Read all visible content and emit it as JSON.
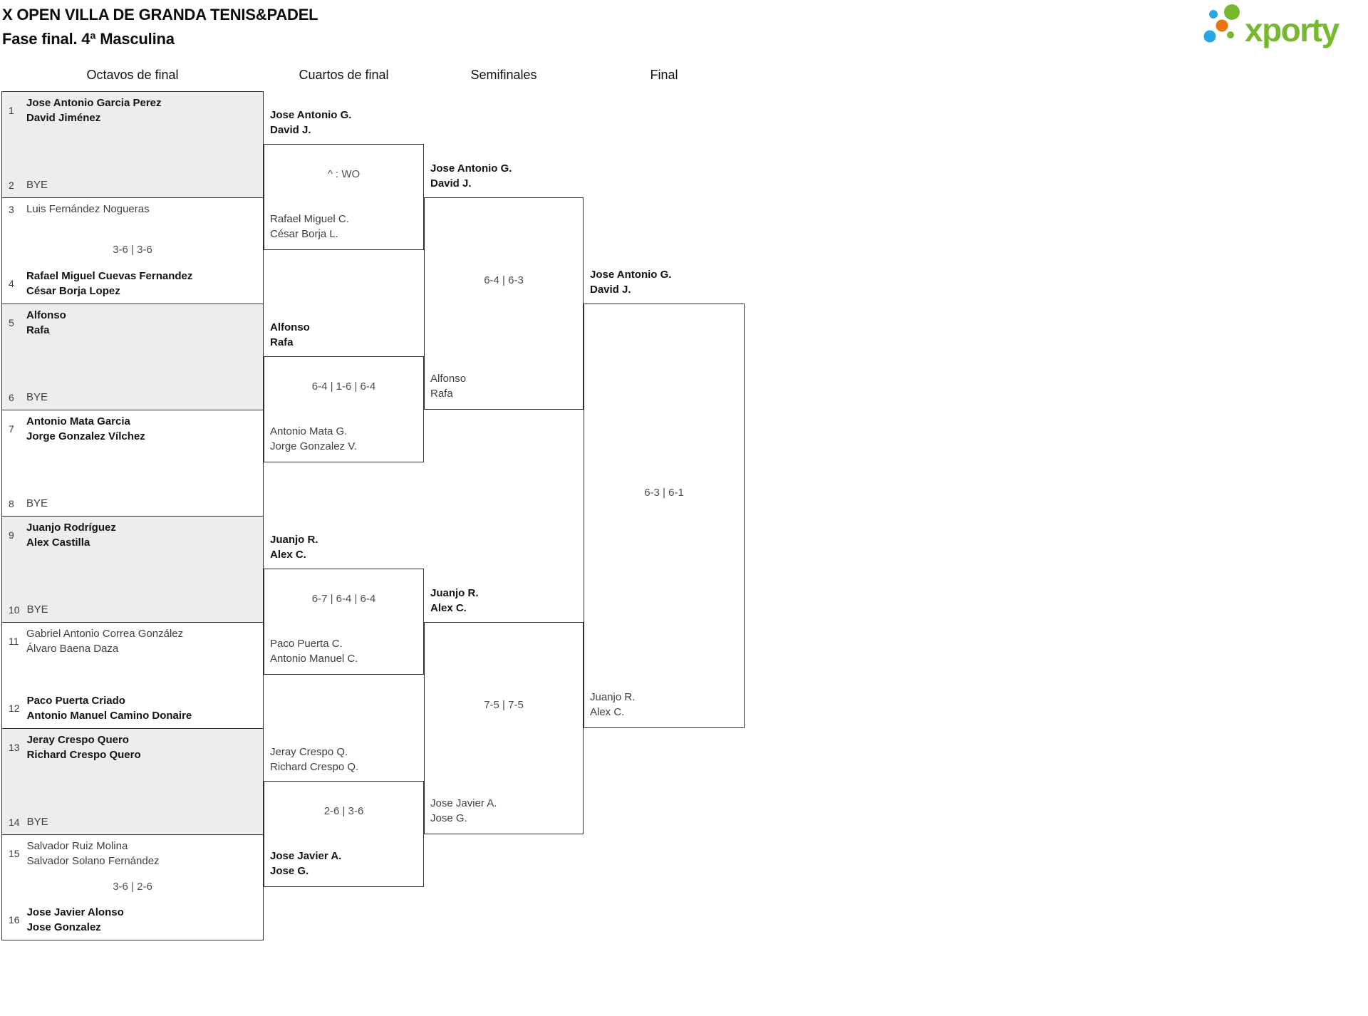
{
  "header": {
    "title": "X OPEN VILLA DE GRANDA TENIS&PADEL",
    "subtitle": "Fase final. 4ª Masculina",
    "logo": {
      "text": "xporty",
      "green": "#76b92e",
      "blue": "#2aa7e0",
      "orange": "#e8730f"
    }
  },
  "columns": [
    "Octavos de final",
    "Cuartos de final",
    "Semifinales",
    "Final"
  ],
  "colors": {
    "border": "#2f2f2f",
    "shaded_row": "#ededed",
    "winner_text": "#141414",
    "team_text": "#3f3f3f",
    "score_text": "#4d4d4d"
  },
  "octavos": [
    {
      "shaded": true,
      "score": "",
      "top": {
        "num": "1",
        "winner": true,
        "lines": [
          "Jose Antonio Garcia Perez",
          "David Jiménez"
        ]
      },
      "bottom": {
        "num": "2",
        "winner": false,
        "lines": [
          "BYE"
        ]
      }
    },
    {
      "shaded": false,
      "score": "3-6 | 3-6",
      "top": {
        "num": "3",
        "winner": false,
        "lines": [
          "Luis Fernández Nogueras"
        ]
      },
      "bottom": {
        "num": "4",
        "winner": true,
        "lines": [
          "Rafael Miguel Cuevas Fernandez",
          "César Borja Lopez"
        ]
      }
    },
    {
      "shaded": true,
      "score": "",
      "top": {
        "num": "5",
        "winner": true,
        "lines": [
          "Alfonso",
          "Rafa"
        ]
      },
      "bottom": {
        "num": "6",
        "winner": false,
        "lines": [
          "BYE"
        ]
      }
    },
    {
      "shaded": false,
      "score": "",
      "top": {
        "num": "7",
        "winner": true,
        "lines": [
          "Antonio Mata Garcia",
          "Jorge Gonzalez Vílchez"
        ]
      },
      "bottom": {
        "num": "8",
        "winner": false,
        "lines": [
          "BYE"
        ]
      }
    },
    {
      "shaded": true,
      "score": "",
      "top": {
        "num": "9",
        "winner": true,
        "lines": [
          "Juanjo Rodríguez",
          "Alex Castilla"
        ]
      },
      "bottom": {
        "num": "10",
        "winner": false,
        "lines": [
          "BYE"
        ]
      }
    },
    {
      "shaded": false,
      "score": "",
      "top": {
        "num": "11",
        "winner": false,
        "lines": [
          "Gabriel Antonio Correa González",
          "Álvaro Baena Daza"
        ]
      },
      "bottom": {
        "num": "12",
        "winner": true,
        "lines": [
          "Paco Puerta Criado",
          "Antonio Manuel Camino Donaire"
        ]
      }
    },
    {
      "shaded": true,
      "score": "",
      "top": {
        "num": "13",
        "winner": true,
        "lines": [
          "Jeray Crespo Quero",
          "Richard Crespo Quero"
        ]
      },
      "bottom": {
        "num": "14",
        "winner": false,
        "lines": [
          "BYE"
        ]
      }
    },
    {
      "shaded": false,
      "score": "3-6 | 2-6",
      "top": {
        "num": "15",
        "winner": false,
        "lines": [
          "Salvador Ruiz Molina",
          "Salvador Solano Fernández"
        ]
      },
      "bottom": {
        "num": "16",
        "winner": true,
        "lines": [
          "Jose Javier Alonso",
          "Jose Gonzalez"
        ]
      }
    }
  ],
  "cuartos": [
    {
      "score": "^ : WO",
      "top": {
        "winner": true,
        "lines": [
          "Jose Antonio G.",
          "David J."
        ]
      },
      "bottom": {
        "winner": false,
        "lines": [
          "Rafael Miguel C.",
          "César Borja L."
        ]
      }
    },
    {
      "score": "6-4 | 1-6 | 6-4",
      "top": {
        "winner": true,
        "lines": [
          "Alfonso",
          "Rafa"
        ]
      },
      "bottom": {
        "winner": false,
        "lines": [
          "Antonio Mata G.",
          "Jorge Gonzalez V."
        ]
      }
    },
    {
      "score": "6-7 | 6-4 | 6-4",
      "top": {
        "winner": true,
        "lines": [
          "Juanjo R.",
          "Alex C."
        ]
      },
      "bottom": {
        "winner": false,
        "lines": [
          "Paco Puerta C.",
          "Antonio Manuel C."
        ]
      }
    },
    {
      "score": "2-6 | 3-6",
      "top": {
        "winner": false,
        "lines": [
          "Jeray Crespo Q.",
          "Richard Crespo Q."
        ]
      },
      "bottom": {
        "winner": true,
        "lines": [
          "Jose Javier A.",
          "Jose G."
        ]
      }
    }
  ],
  "semifinales": [
    {
      "score": "6-4 | 6-3",
      "top": {
        "winner": true,
        "lines": [
          "Jose Antonio G.",
          "David J."
        ]
      },
      "bottom": {
        "winner": false,
        "lines": [
          "Alfonso",
          "Rafa"
        ]
      }
    },
    {
      "score": "7-5 | 7-5",
      "top": {
        "winner": true,
        "lines": [
          "Juanjo R.",
          "Alex C."
        ]
      },
      "bottom": {
        "winner": false,
        "lines": [
          "Jose Javier A.",
          "Jose G."
        ]
      }
    }
  ],
  "final": {
    "score": "6-3 | 6-1",
    "top": {
      "winner": true,
      "lines": [
        "Jose Antonio G.",
        "David J."
      ]
    },
    "bottom": {
      "winner": false,
      "lines": [
        "Juanjo R.",
        "Alex C."
      ]
    }
  }
}
